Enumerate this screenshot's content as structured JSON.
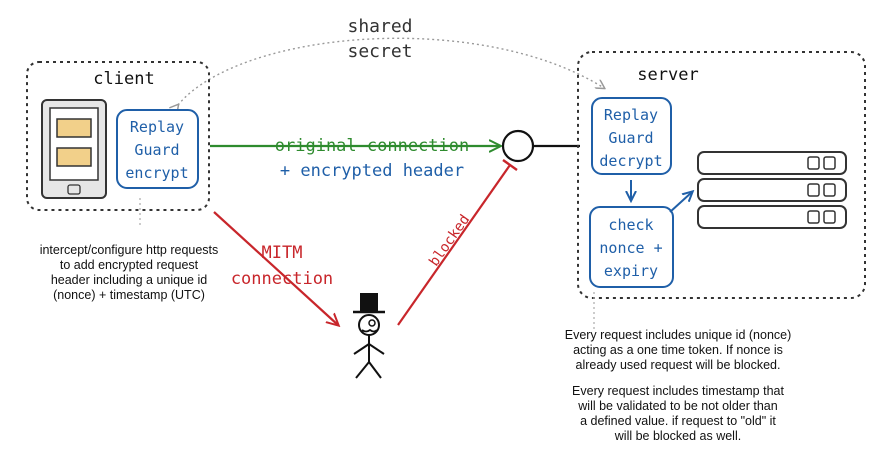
{
  "labels": {
    "shared_secret_line1": "shared",
    "shared_secret_line2": "secret",
    "client_title": "client",
    "server_title": "server",
    "client_box_line1": "Replay",
    "client_box_line2": "Guard",
    "client_box_line3": "encrypt",
    "server_box_line1": "Replay",
    "server_box_line2": "Guard",
    "server_box_line3": "decrypt",
    "check_line1": "check",
    "check_line2": "nonce +",
    "check_line3": "expiry",
    "orig_conn_line1": "original connection",
    "orig_conn_line2": "+ encrypted header",
    "mitm_line1": "MITM",
    "mitm_line2": "connection",
    "blocked": "blocked"
  },
  "notes": {
    "client_note": [
      "intercept/configure http requests",
      "to add encrypted request",
      "header including a unique id",
      "(nonce) + timestamp (UTC)"
    ],
    "server_note_p1": [
      "Every request includes unique id (nonce)",
      "acting as a one time token. If nonce is",
      "already used request will be blocked."
    ],
    "server_note_p2": [
      "Every request includes timestamp that",
      "will be validated to be not older than",
      "a defined value. if request to \"old\" it",
      "will be blocked as well."
    ]
  },
  "colors": {
    "blue": "#1f5fa8",
    "green": "#2e8b2e",
    "red": "#c8262b",
    "dark": "#333333",
    "note_line": "#aaaaaa",
    "yellow": "#f2d08a",
    "gray": "#e6e6e6"
  },
  "icons": {
    "client_device": "tablet-icon",
    "server_stack": "server-rack-icon",
    "attacker": "stick-figure-spy-icon",
    "endpoint": "connection-circle-icon"
  }
}
